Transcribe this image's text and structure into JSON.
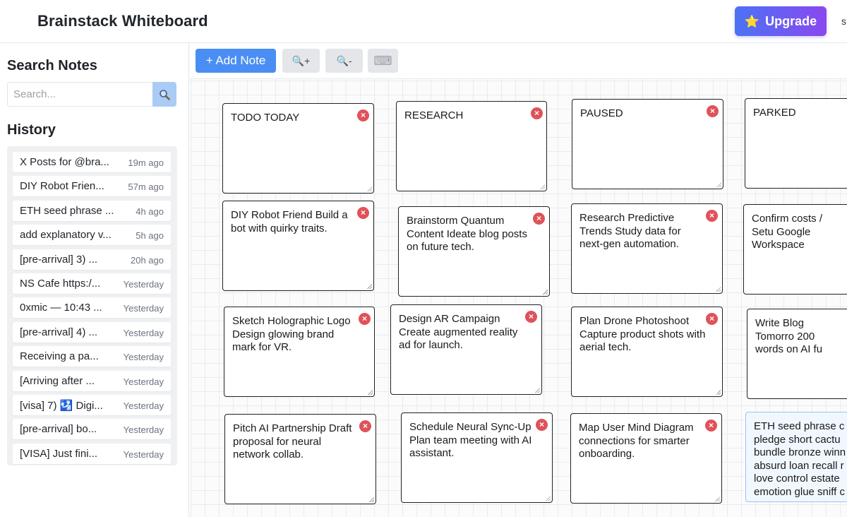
{
  "header": {
    "title": "Brainstack Whiteboard",
    "upgrade_label": "Upgrade",
    "upgrade_icon": "star-icon",
    "cut_text": "s"
  },
  "sidebar": {
    "search_heading": "Search Notes",
    "search_placeholder": "Search...",
    "search_icon": "magnifier-icon",
    "history_heading": "History",
    "history": [
      {
        "title": "X Posts for @bra...",
        "time": "19m ago"
      },
      {
        "title": "DIY Robot Frien...",
        "time": "57m ago"
      },
      {
        "title": "ETH seed phrase ...",
        "time": "4h ago"
      },
      {
        "title": "add explanatory v...",
        "time": "5h ago"
      },
      {
        "title": "[pre-arrival] 3) ...",
        "time": "20h ago"
      },
      {
        "title": "NS Cafe https:/...",
        "time": "Yesterday"
      },
      {
        "title": "0xmic — 10:43 ...",
        "time": "Yesterday"
      },
      {
        "title": "[pre-arrival] 4) ...",
        "time": "Yesterday"
      },
      {
        "title": "Receiving a pa...",
        "time": "Yesterday"
      },
      {
        "title": "[Arriving after ...",
        "time": "Yesterday"
      },
      {
        "title": "[visa] 7) 🛂 Digi...",
        "time": "Yesterday"
      },
      {
        "title": "[pre-arrival] bo...",
        "time": "Yesterday"
      },
      {
        "title": "[VISA] Just fini...",
        "time": "Yesterday"
      }
    ]
  },
  "toolbar": {
    "add_note_label": "+ Add Note",
    "zoom_in_label": "🔍+",
    "zoom_out_label": "🔍-",
    "keyboard_label": "⌨"
  },
  "notes": [
    {
      "text": "TODO TODAY"
    },
    {
      "text": "RESEARCH"
    },
    {
      "text": "PAUSED"
    },
    {
      "text": "PARKED"
    },
    {
      "text": "DIY Robot Friend Build a bot with quirky traits."
    },
    {
      "text": "Brainstorm Quantum Content Ideate blog posts on future tech."
    },
    {
      "text": "Research Predictive Trends Study data for next-gen automation."
    },
    {
      "text": "Confirm costs / Setu Google Workspace"
    },
    {
      "text": "Sketch Holographic Logo Design glowing brand mark for VR."
    },
    {
      "text": "Design AR Campaign Create augmented reality ad for launch."
    },
    {
      "text": "Plan Drone Photoshoot Capture product shots with aerial tech."
    },
    {
      "text": "Write Blog Tomorro 200 words on AI fu"
    },
    {
      "text": "Pitch AI Partnership Draft proposal for neural network collab."
    },
    {
      "text": "Schedule Neural Sync-Up Plan team meeting with AI assistant."
    },
    {
      "text": "Map User Mind Diagram connections for smarter onboarding."
    },
    {
      "text": "ETH seed phrase c pledge short cactu bundle bronze winn absurd loan recall r love control estate emotion glue sniff c"
    }
  ],
  "close_glyph": "×"
}
